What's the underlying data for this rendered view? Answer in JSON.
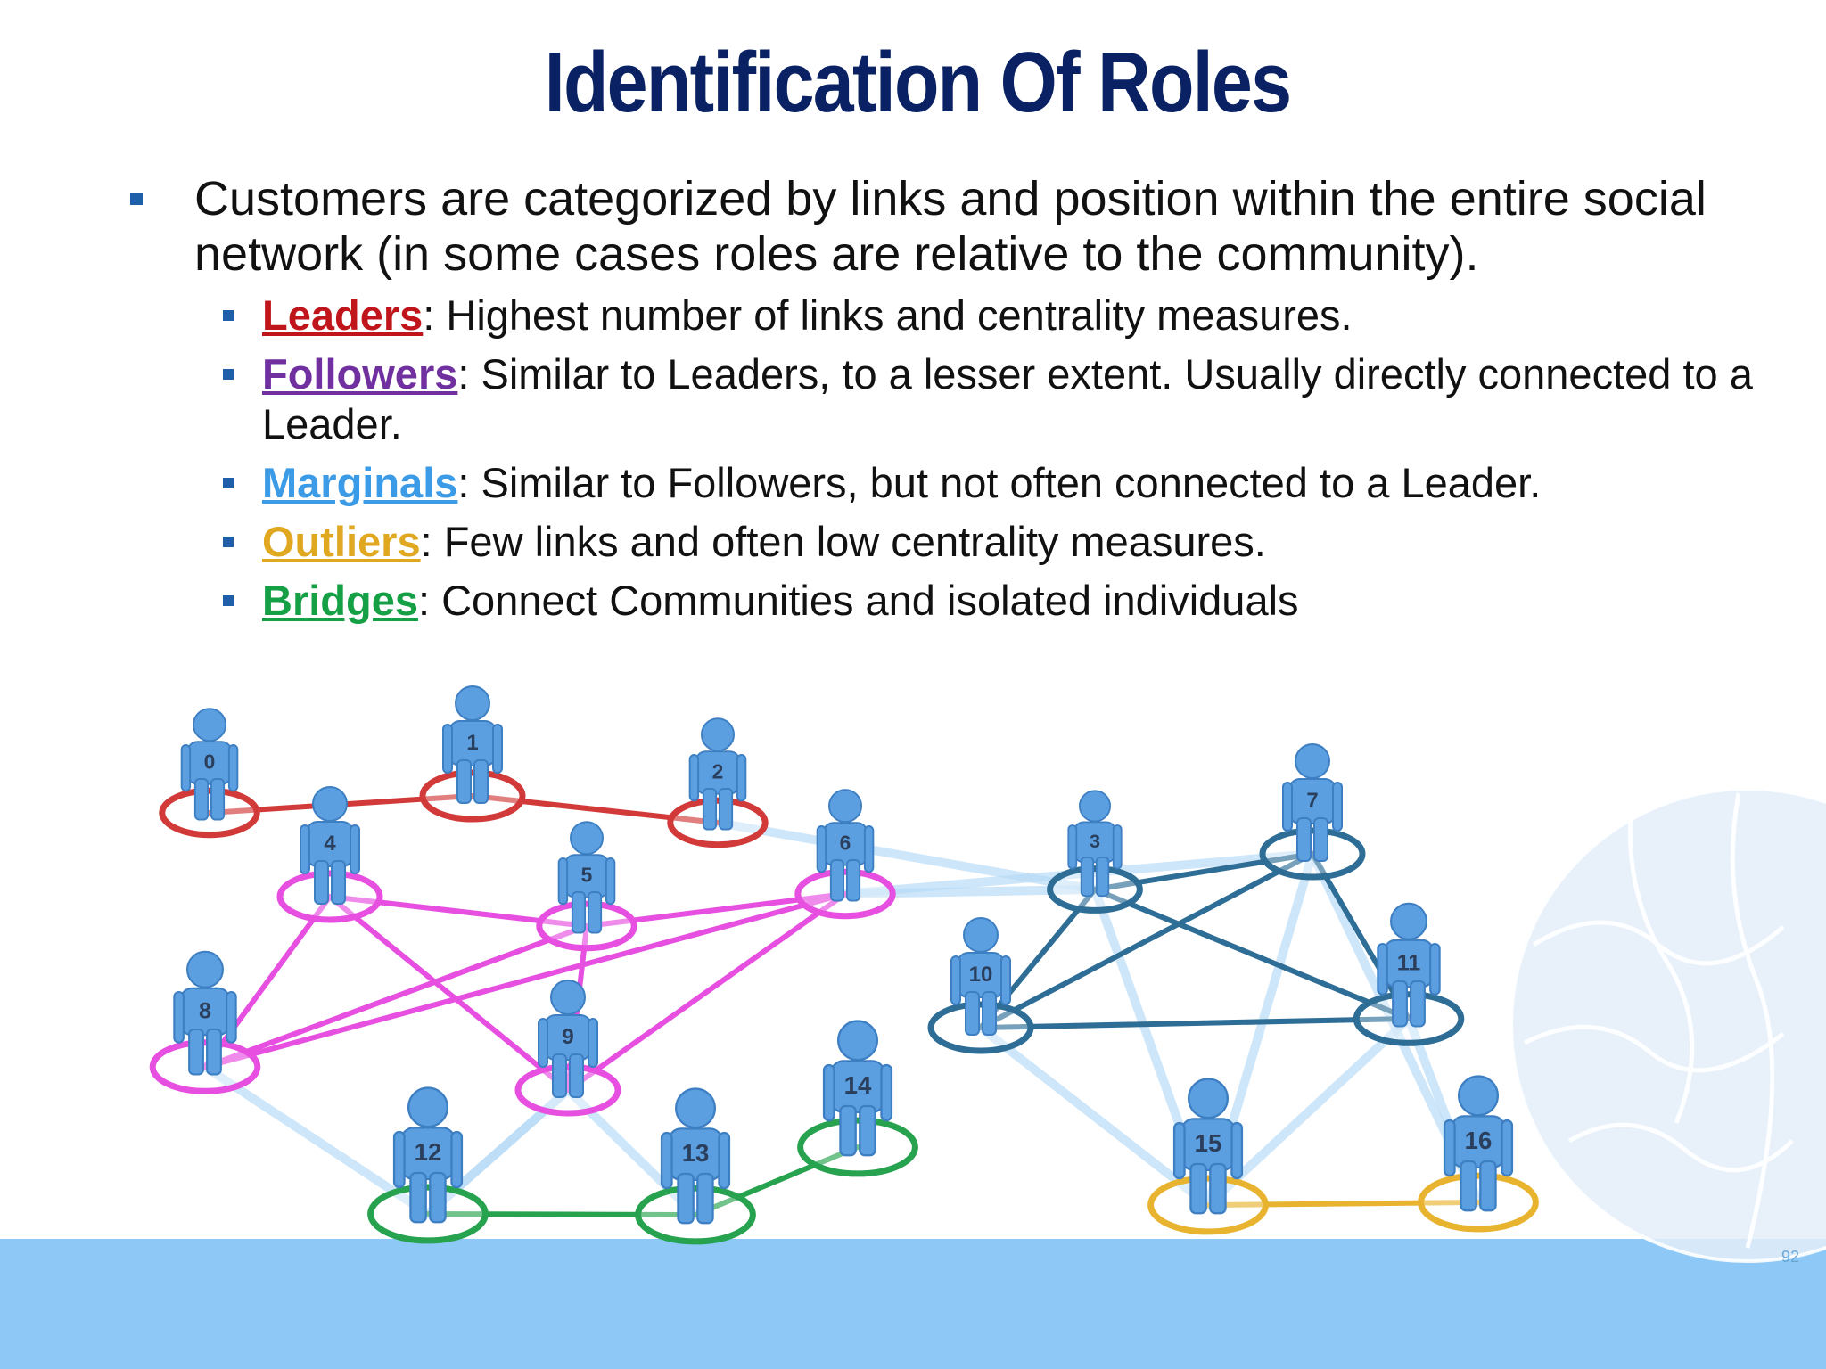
{
  "title": "Identification Of Roles",
  "main_bullet": "Customers are categorized by links and position within the entire social network (in some cases roles are relative to the community).",
  "roles": [
    {
      "term": "Leaders",
      "color": "#c0151a",
      "desc": ": Highest number of links and centrality measures."
    },
    {
      "term": "Followers",
      "color": "#7030a0",
      "desc": ": Similar to Leaders, to a lesser extent. Usually directly connected to a Leader."
    },
    {
      "term": "Marginals",
      "color": "#3b9be6",
      "desc": ": Similar to Followers, but not often connected to a Leader."
    },
    {
      "term": "Outliers",
      "color": "#e0a820",
      "desc": ": Few links and often low centrality measures."
    },
    {
      "term": "Bridges",
      "color": "#15a045",
      "desc": ": Connect Communities and isolated individuals"
    }
  ],
  "network": {
    "nodes": [
      {
        "label": "0",
        "role": "leader"
      },
      {
        "label": "1",
        "role": "leader"
      },
      {
        "label": "2",
        "role": "leader"
      },
      {
        "label": "3",
        "role": "community-2"
      },
      {
        "label": "4",
        "role": "follower"
      },
      {
        "label": "5",
        "role": "follower"
      },
      {
        "label": "6",
        "role": "follower"
      },
      {
        "label": "7",
        "role": "community-2"
      },
      {
        "label": "8",
        "role": "follower"
      },
      {
        "label": "9",
        "role": "follower"
      },
      {
        "label": "10",
        "role": "community-2"
      },
      {
        "label": "11",
        "role": "community-2"
      },
      {
        "label": "12",
        "role": "bridge"
      },
      {
        "label": "13",
        "role": "bridge"
      },
      {
        "label": "14",
        "role": "bridge"
      },
      {
        "label": "15",
        "role": "outlier"
      },
      {
        "label": "16",
        "role": "outlier"
      }
    ],
    "role_colors": {
      "leader": "#d23a3a",
      "follower": "#e64fe0",
      "community-2": "#2e6d96",
      "bridge": "#27a24f",
      "outlier": "#e8b430",
      "marginal": "#b9dcf7",
      "person": "#5b9fe0"
    }
  },
  "page_number": "92"
}
